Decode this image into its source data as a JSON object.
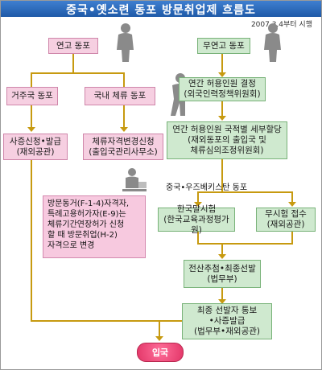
{
  "header": {
    "title": "중국•옛소련 동포 방문취업제 흐름도",
    "date": "2007.3.4부터 시행"
  },
  "left": {
    "connected": "연고 동포",
    "abroad": "거주국 동포",
    "domestic": "국내 체류 동포",
    "visa_apply": [
      "사증신청•발급",
      "(재외공관)"
    ],
    "status_change": [
      "체류자격변경신청",
      "(출입국관리사무소)"
    ],
    "note": [
      "방문동거(F-1-4)자격자,",
      "특례고용허가자(E-9)는",
      "체류기간연장허가 신청",
      "할 때 방문취업(H-2)",
      "자격으로 변경"
    ]
  },
  "right": {
    "unconnected": "무연고 동포",
    "annual_quota": [
      "연간 허용인원 결정",
      "(외국인력정책위원회)"
    ],
    "quota_allocation": [
      "연간 허용인원 국적별 세부할당",
      "(재외동포의 출입국 및",
      "체류심의조정위원회)"
    ],
    "branch_label": "중국•우즈베키스탄 동포",
    "korean_test": [
      "한국말시험",
      "(한국교육과정평가원)"
    ],
    "no_test": [
      "무시험 접수",
      "(재외공관)"
    ],
    "lottery": [
      "전산추첨•최종선발",
      "(법무부)"
    ],
    "final": [
      "최종 선발자 통보",
      "•사증발급",
      "(법무부•재외공관)"
    ]
  },
  "end": "입국",
  "colors": {
    "pink": "#f6cfe1",
    "green": "#cfe9cf",
    "line": "#c79a10",
    "header": "#2e6cc0"
  }
}
